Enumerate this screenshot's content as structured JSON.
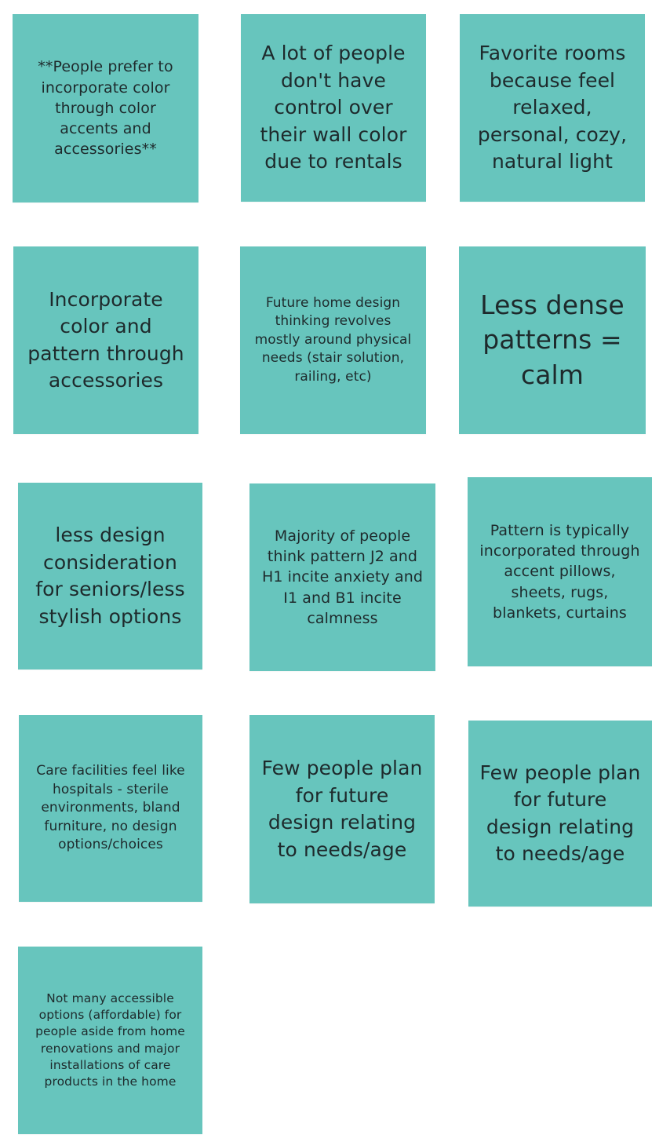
{
  "board": {
    "note_color": "#67c5bd",
    "text_color": "#1e2a2c",
    "notes": [
      {
        "text": "**People prefer to incorporate color through color accents and accessories**"
      },
      {
        "text": "A lot of people don't have control over their wall color due to rentals"
      },
      {
        "text": "Favorite rooms because feel relaxed, personal, cozy, natural light"
      },
      {
        "text": "Incorporate color and pattern through accessories"
      },
      {
        "text": "Future home design thinking revolves mostly around physical needs (stair solution, railing, etc)"
      },
      {
        "text": "Less dense patterns = calm"
      },
      {
        "text": "less design consideration for seniors/less stylish options"
      },
      {
        "text": "Majority of people think pattern J2 and H1 incite anxiety and I1 and B1 incite calmness"
      },
      {
        "text": "Pattern is typically incorporated through accent pillows, sheets, rugs, blankets, curtains"
      },
      {
        "text": "Care facilities feel like hospitals - sterile environments, bland furniture, no design options/choices"
      },
      {
        "text": "Few people plan for future design relating to needs/age"
      },
      {
        "text": "Few people plan for future design relating to needs/age"
      },
      {
        "text": "Not many accessible options (affordable) for people aside from home renovations and major installations of care products in the home"
      }
    ]
  }
}
